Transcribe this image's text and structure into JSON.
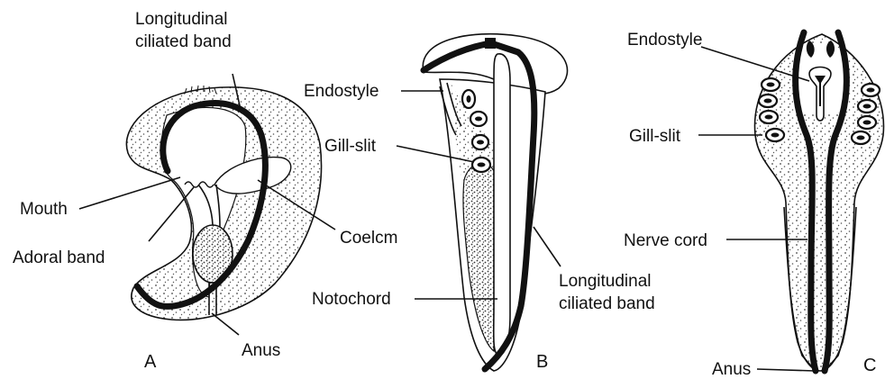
{
  "panels": {
    "a": {
      "letter": "A",
      "labels": {
        "band_line1": "Longitudinal",
        "band_line2": "ciliated band",
        "mouth": "Mouth",
        "adoral": "Adoral band",
        "coelom": "Coelcm",
        "anus": "Anus"
      }
    },
    "b": {
      "letter": "B",
      "labels": {
        "endostyle": "Endostyle",
        "gill_slit": "Gill-slit",
        "notochord": "Notochord",
        "band_line1": "Longitudinal",
        "band_line2": "ciliated band"
      }
    },
    "c": {
      "letter": "C",
      "labels": {
        "endostyle": "Endostyle",
        "gill_slit": "Gill-slit",
        "nerve_cord": "Nerve cord",
        "anus": "Anus"
      }
    }
  }
}
